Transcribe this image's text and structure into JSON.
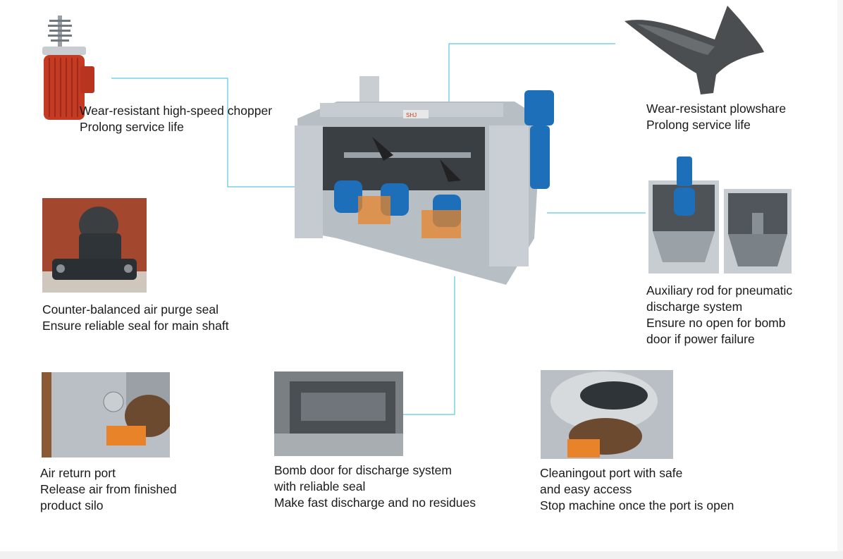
{
  "colors": {
    "connector_line": "#5cc6e0",
    "machine_grey": "#b9c0c6",
    "motor_blue": "#1c6fb8",
    "motor_red": "#c43a22",
    "orange_panel": "#e8832a"
  },
  "callouts": {
    "chopper": {
      "line1": "Wear-resistant high-speed chopper",
      "line2": "Prolong service life"
    },
    "plowshare": {
      "line1": "Wear-resistant plowshare",
      "line2": "Prolong service life"
    },
    "air_purge_seal": {
      "line1": "Counter-balanced air purge seal",
      "line2": "Ensure reliable seal for main shaft"
    },
    "auxiliary_rod": {
      "line1": "Auxiliary rod for pneumatic",
      "line2": "discharge  system",
      "line3": "Ensure no open for bomb",
      "line4": "door if power failure"
    },
    "air_return_port": {
      "line1": "Air return port",
      "line2": "Release air from finished",
      "line3": "product silo"
    },
    "bomb_door": {
      "line1": "Bomb door for discharge system",
      "line2": "with reliable seal",
      "line3": "Make fast discharge and no residues"
    },
    "cleaning_port": {
      "line1": "Cleaningout port with safe",
      "line2": "and easy access",
      "line3": "Stop machine once the port is open"
    }
  },
  "machine": {
    "brand_plate": "SHJ"
  }
}
